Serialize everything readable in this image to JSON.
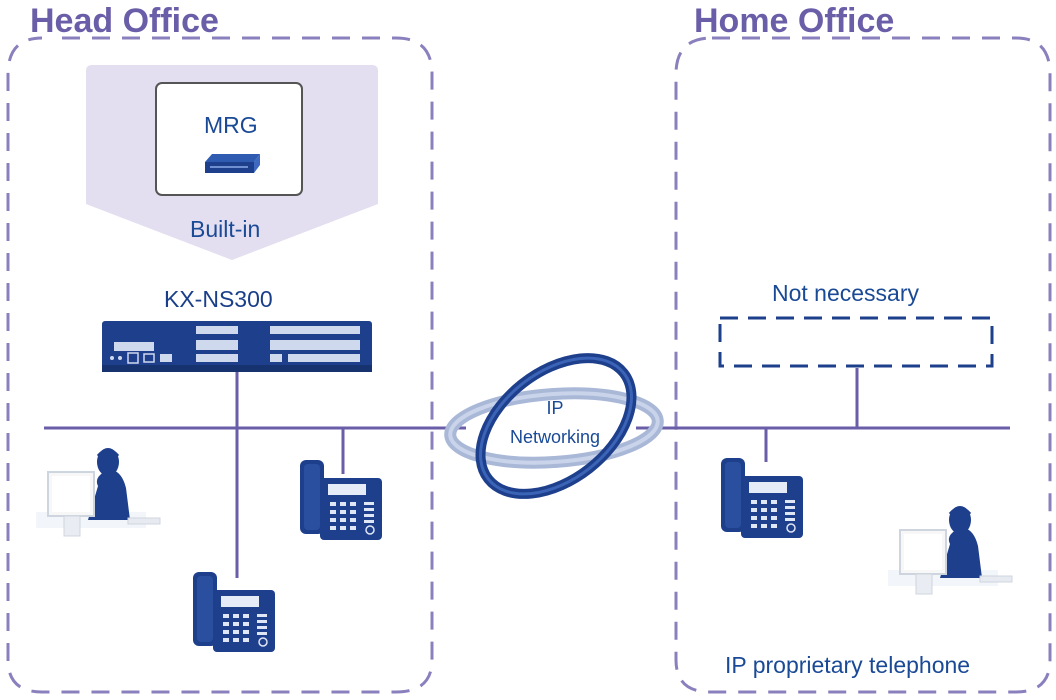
{
  "regions": {
    "head_office": {
      "title": "Head Office"
    },
    "home_office": {
      "title": "Home Office"
    }
  },
  "head_office": {
    "mrg_label": "MRG",
    "built_in_label": "Built-in",
    "pbx_label": "KX-NS300"
  },
  "network": {
    "line1": "IP",
    "line2": "Networking"
  },
  "home_office": {
    "not_necessary_label": "Not necessary",
    "phone_label": "IP proprietary telephone"
  },
  "colors": {
    "region_title": "#6b5ea8",
    "region_border": "#8a80bd",
    "line": "#6b5ea8",
    "device_blue": "#1e3f8c",
    "label_blue": "#1a4a96",
    "callout_fill": "#e3def0"
  },
  "icons": {
    "mrg": "mrg-device-icon",
    "pbx": "pbx-unit-icon",
    "phone": "ip-phone-icon",
    "user": "user-at-desk-icon",
    "network": "ip-network-ring-icon"
  }
}
